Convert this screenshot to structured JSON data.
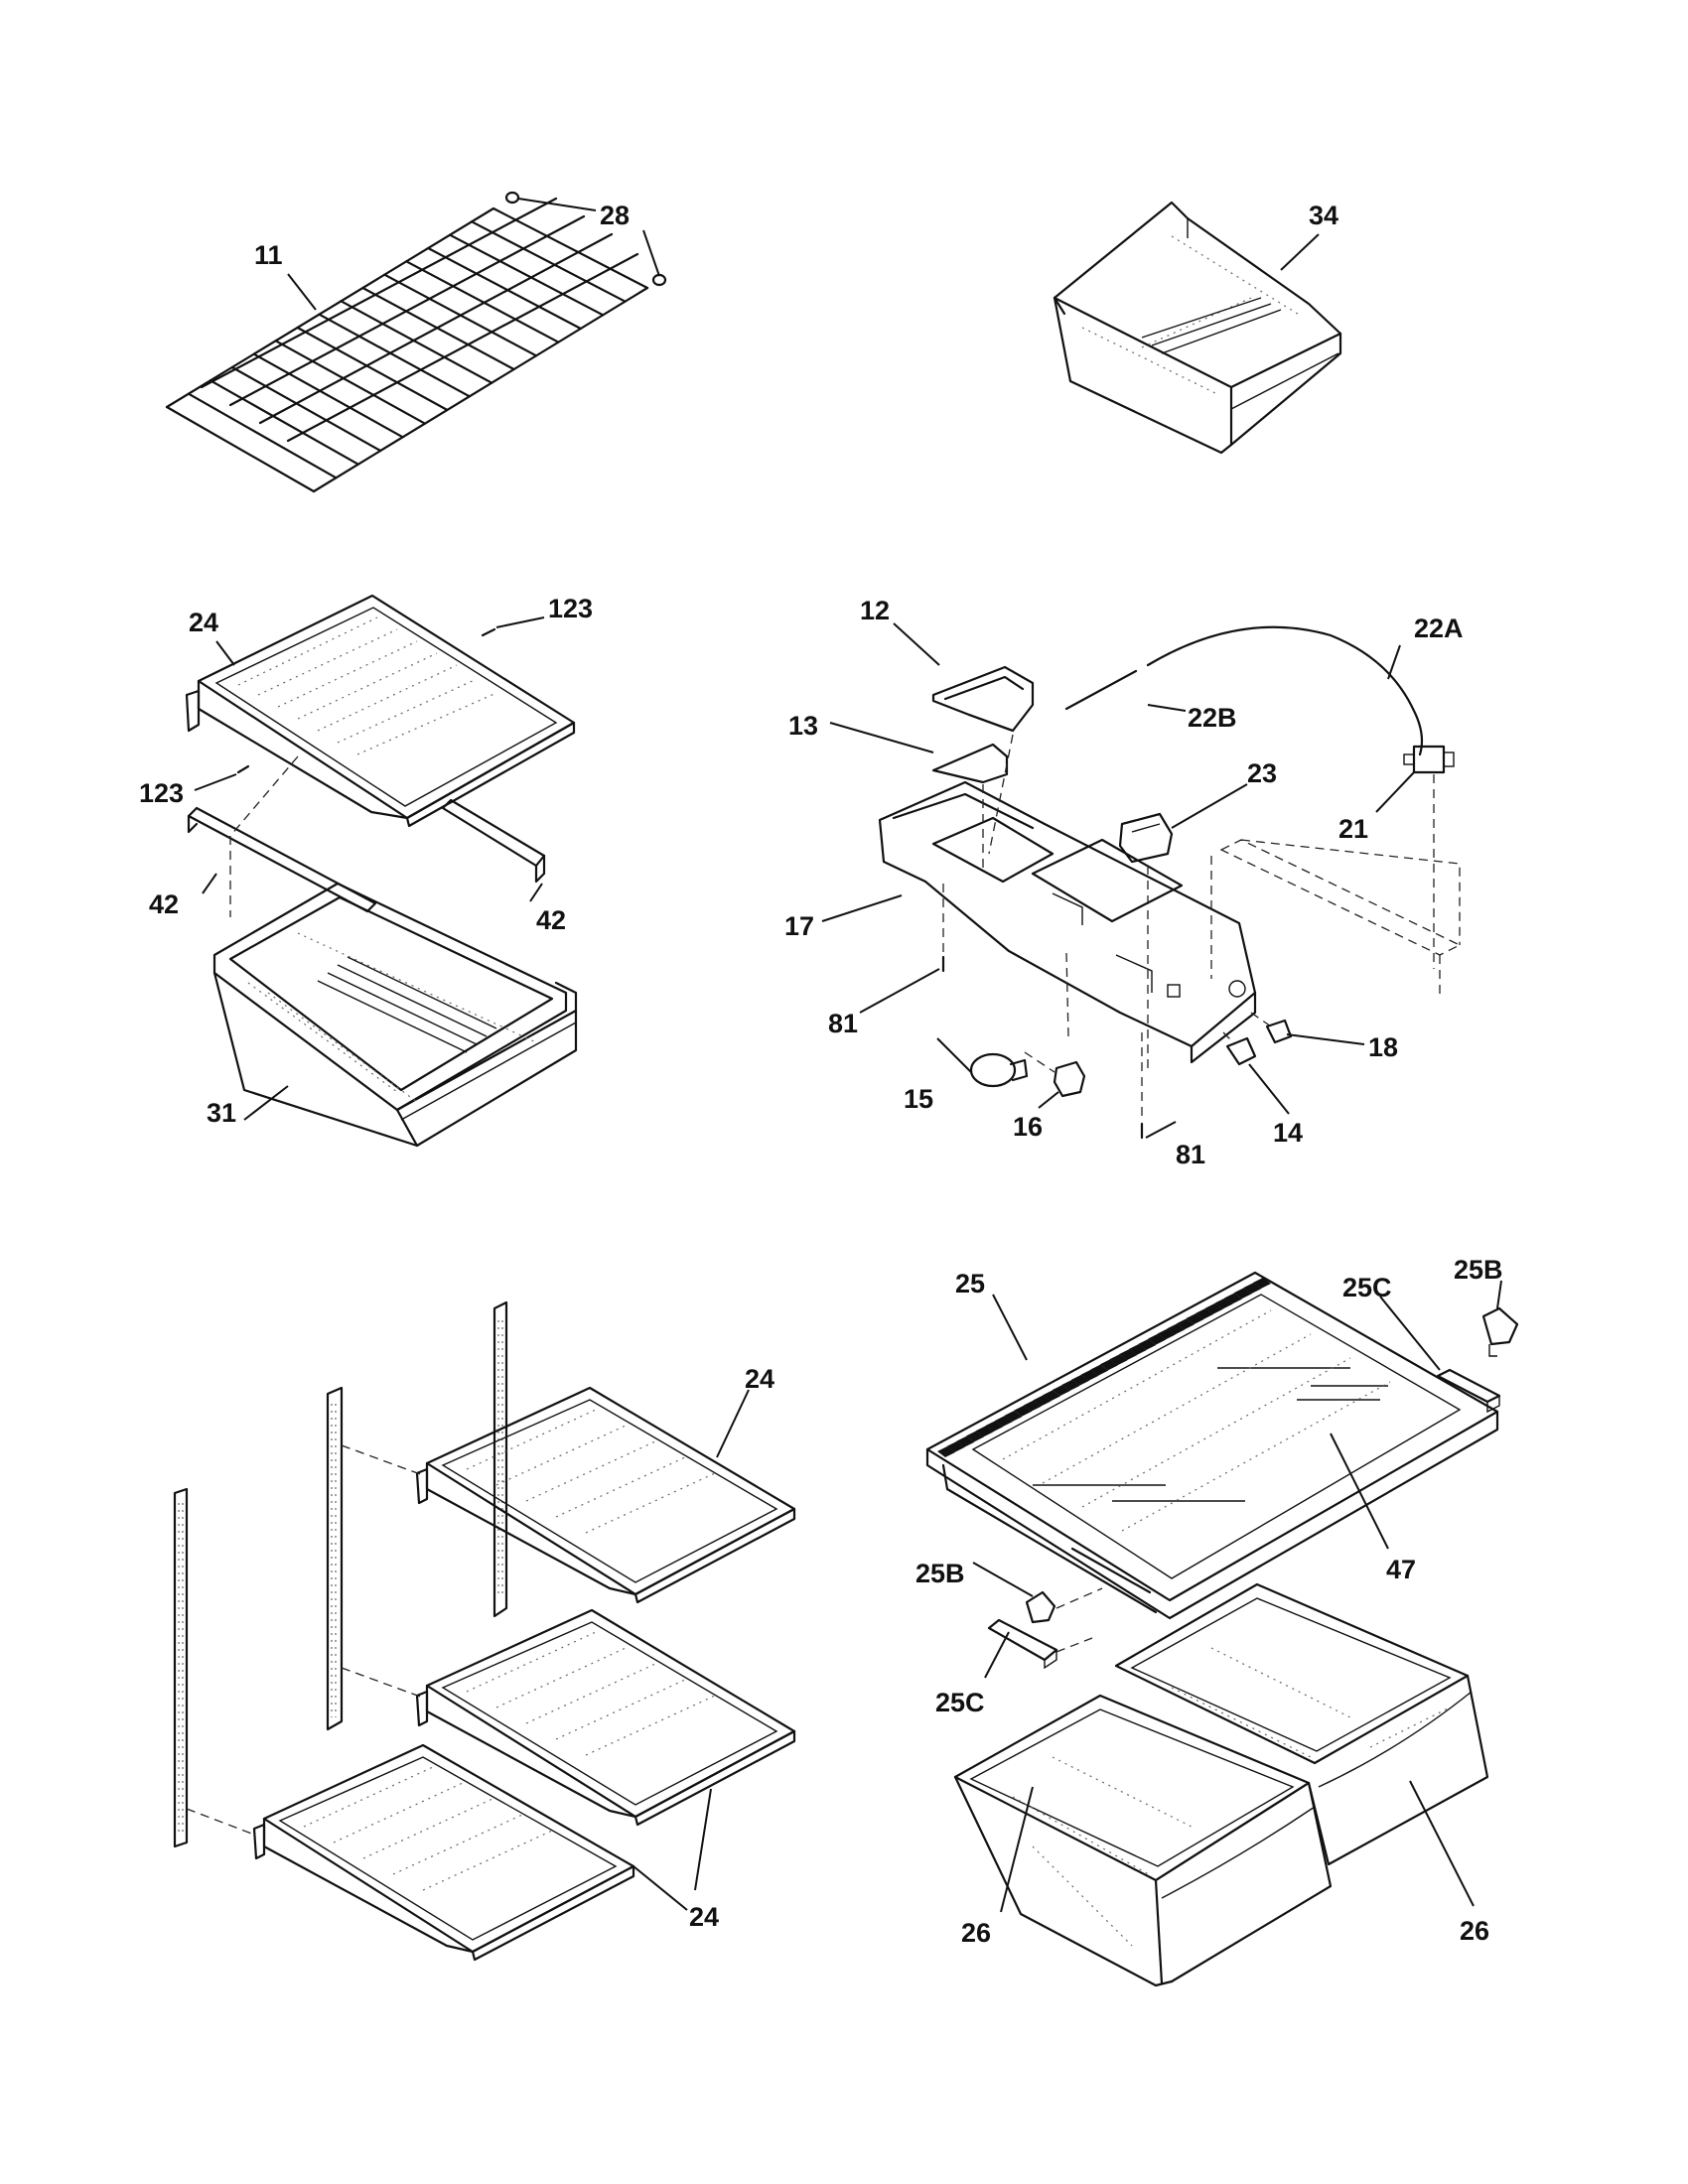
{
  "callouts": {
    "c11": "11",
    "c28": "28",
    "c34": "34",
    "c24a": "24",
    "c123a": "123",
    "c123b": "123",
    "c42a": "42",
    "c42b": "42",
    "c31": "31",
    "c12": "12",
    "c22a": "22A",
    "c22b": "22B",
    "c13": "13",
    "c23": "23",
    "c21": "21",
    "c17": "17",
    "c81a": "81",
    "c18": "18",
    "c15": "15",
    "c16": "16",
    "c81b": "81",
    "c14": "14",
    "c25": "25",
    "c25c_top": "25C",
    "c25b_top": "25B",
    "c24b": "24",
    "c47": "47",
    "c25b_bot": "25B",
    "c25c_bot": "25C",
    "c24c": "24",
    "c24d": "24",
    "c26a": "26",
    "c26b": "26"
  }
}
